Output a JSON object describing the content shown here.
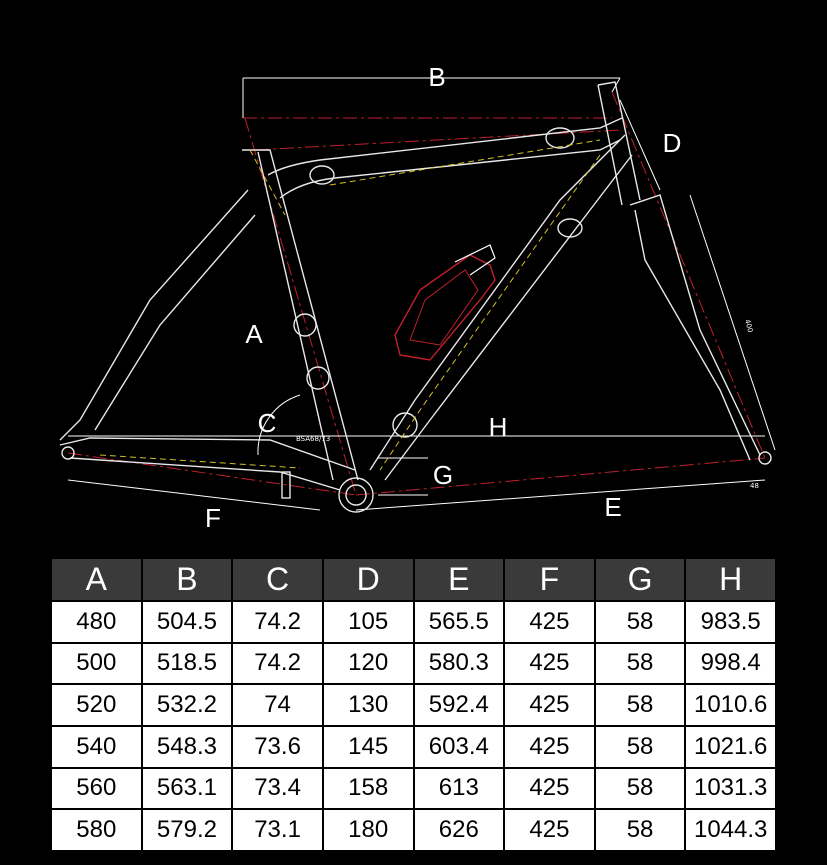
{
  "diagram": {
    "dimension_labels": {
      "A": "A",
      "B": "B",
      "C": "C",
      "D": "D",
      "E": "E",
      "F": "F",
      "G": "G",
      "H": "H"
    },
    "small_notes": {
      "bb": "BSA68/73",
      "stay": "48",
      "fork": "400"
    }
  },
  "table": {
    "headers": [
      "A",
      "B",
      "C",
      "D",
      "E",
      "F",
      "G",
      "H"
    ],
    "rows": [
      [
        "480",
        "504.5",
        "74.2",
        "105",
        "565.5",
        "425",
        "58",
        "983.5"
      ],
      [
        "500",
        "518.5",
        "74.2",
        "120",
        "580.3",
        "425",
        "58",
        "998.4"
      ],
      [
        "520",
        "532.2",
        "74",
        "130",
        "592.4",
        "425",
        "58",
        "1010.6"
      ],
      [
        "540",
        "548.3",
        "73.6",
        "145",
        "603.4",
        "425",
        "58",
        "1021.6"
      ],
      [
        "560",
        "563.1",
        "73.4",
        "158",
        "613",
        "425",
        "58",
        "1031.3"
      ],
      [
        "580",
        "579.2",
        "73.1",
        "180",
        "626",
        "425",
        "58",
        "1044.3"
      ]
    ]
  }
}
